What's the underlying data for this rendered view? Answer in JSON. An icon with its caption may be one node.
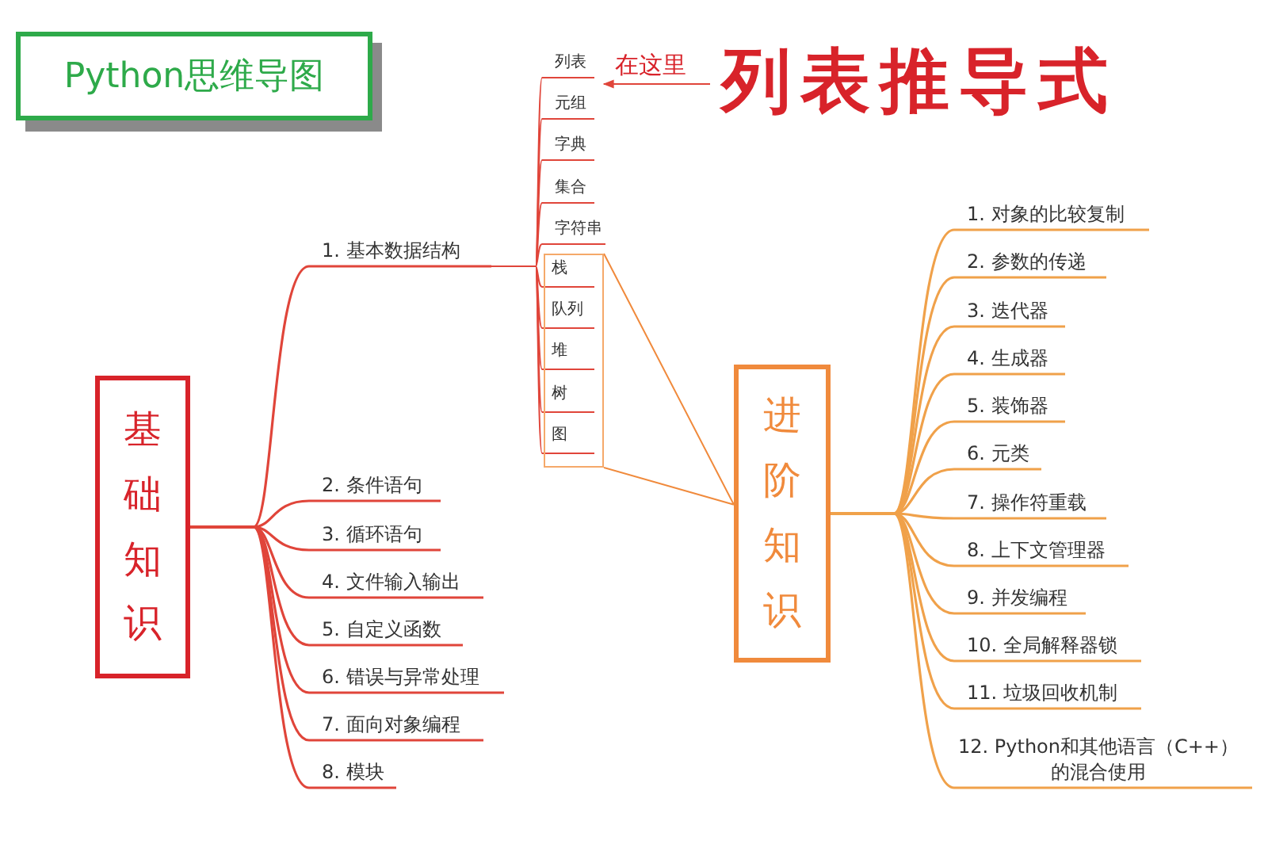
{
  "diagram": {
    "nodes": [
      {
        "text": [
          "Python思维导图"
        ]
      },
      {
        "text": [
          "基础知识"
        ]
      },
      {
        "text": [
          "1. 基本数据结构"
        ]
      },
      {
        "text": [
          "列表"
        ]
      },
      {
        "text": [
          "元组"
        ]
      },
      {
        "text": [
          "字典"
        ]
      },
      {
        "text": [
          "集合"
        ]
      },
      {
        "text": [
          "字符串"
        ]
      },
      {
        "text": [],
        "shape": "box"
      },
      {
        "text": [
          "栈"
        ],
        "in": 8
      },
      {
        "text": [
          "队列"
        ],
        "in": 8
      },
      {
        "text": [
          "堆"
        ],
        "in": 8
      },
      {
        "text": [
          "树"
        ],
        "in": 8
      },
      {
        "text": [
          "图"
        ],
        "in": 8
      },
      {
        "text": [
          "2. 条件语句"
        ]
      },
      {
        "text": [
          "3. 循环语句"
        ]
      },
      {
        "text": [
          "4. 文件输入输出"
        ]
      },
      {
        "text": [
          "5. 自定义函数"
        ]
      },
      {
        "text": [
          "6. 错误与异常处理"
        ]
      },
      {
        "text": [
          "7. 面向对象编程"
        ]
      },
      {
        "text": [
          "8. 模块"
        ]
      },
      {
        "text": [
          "在这里"
        ]
      },
      {
        "text": [
          "进阶知识"
        ]
      },
      {
        "text": [
          "1. 对象的比较复制"
        ]
      },
      {
        "text": [
          "2. 参数的传递"
        ]
      },
      {
        "text": [
          "3. 迭代器"
        ]
      },
      {
        "text": [
          "4. 生成器"
        ]
      },
      {
        "text": [
          "5. 装饰器"
        ]
      },
      {
        "text": [
          "6. 元类"
        ]
      },
      {
        "text": [
          "7. 操作符重载"
        ]
      },
      {
        "text": [
          "8. 上下文管理器"
        ]
      },
      {
        "text": [
          "9. 并发编程"
        ]
      },
      {
        "text": [
          "10. 全局解释器锁"
        ]
      },
      {
        "text": [
          "11. 垃圾回收机制"
        ]
      },
      {
        "text": [
          "12. Python和其他语言（C++）的混合使用"
        ]
      }
    ],
    "edges": [
      {
        "from": 1,
        "to": 2,
        "arrow": "none",
        "color": "#e0453a"
      },
      {
        "from": 2,
        "to": 3,
        "arrow": "none",
        "color": "#e0453a"
      },
      {
        "from": 2,
        "to": 4,
        "arrow": "none",
        "color": "#e0453a"
      },
      {
        "from": 2,
        "to": 5,
        "arrow": "none",
        "color": "#e0453a"
      },
      {
        "from": 2,
        "to": 6,
        "arrow": "none",
        "color": "#e0453a"
      },
      {
        "from": 2,
        "to": 7,
        "arrow": "none",
        "color": "#e0453a"
      },
      {
        "from": 2,
        "to": 9,
        "arrow": "none",
        "color": "#e0453a"
      },
      {
        "from": 2,
        "to": 10,
        "arrow": "none",
        "color": "#e0453a"
      },
      {
        "from": 2,
        "to": 11,
        "arrow": "none",
        "color": "#e0453a"
      },
      {
        "from": 2,
        "to": 12,
        "arrow": "none",
        "color": "#e0453a"
      },
      {
        "from": 2,
        "to": 13,
        "arrow": "none",
        "color": "#e0453a"
      },
      {
        "from": 1,
        "to": 14,
        "arrow": "none",
        "color": "#e0453a"
      },
      {
        "from": 1,
        "to": 15,
        "arrow": "none",
        "color": "#e0453a"
      },
      {
        "from": 1,
        "to": 16,
        "arrow": "none",
        "color": "#e0453a"
      },
      {
        "from": 1,
        "to": 17,
        "arrow": "none",
        "color": "#e0453a"
      },
      {
        "from": 1,
        "to": 18,
        "arrow": "none",
        "color": "#e0453a"
      },
      {
        "from": 1,
        "to": 19,
        "arrow": "none",
        "color": "#e0453a"
      },
      {
        "from": 1,
        "to": 20,
        "arrow": "none",
        "color": "#e0453a"
      },
      {
        "from": 21,
        "to": 3,
        "arrow": "to",
        "color": "#e0453a"
      },
      {
        "from": 8,
        "to": 22,
        "arrow": "none",
        "color": "#f08a3c"
      },
      {
        "from": 22,
        "to": 23,
        "arrow": "none",
        "color": "#f0a14a"
      },
      {
        "from": 22,
        "to": 24,
        "arrow": "none",
        "color": "#f0a14a"
      },
      {
        "from": 22,
        "to": 25,
        "arrow": "none",
        "color": "#f0a14a"
      },
      {
        "from": 22,
        "to": 26,
        "arrow": "none",
        "color": "#f0a14a"
      },
      {
        "from": 22,
        "to": 27,
        "arrow": "none",
        "color": "#f0a14a"
      },
      {
        "from": 22,
        "to": 28,
        "arrow": "none",
        "color": "#f0a14a"
      },
      {
        "from": 22,
        "to": 29,
        "arrow": "none",
        "color": "#f0a14a"
      },
      {
        "from": 22,
        "to": 30,
        "arrow": "none",
        "color": "#f0a14a"
      },
      {
        "from": 22,
        "to": 31,
        "arrow": "none",
        "color": "#f0a14a"
      },
      {
        "from": 22,
        "to": 32,
        "arrow": "none",
        "color": "#f0a14a"
      },
      {
        "from": 22,
        "to": 33,
        "arrow": "none",
        "color": "#f0a14a"
      },
      {
        "from": 22,
        "to": 34,
        "arrow": "none",
        "color": "#f0a14a"
      }
    ],
    "labels": [
      "列表推导式"
    ]
  }
}
